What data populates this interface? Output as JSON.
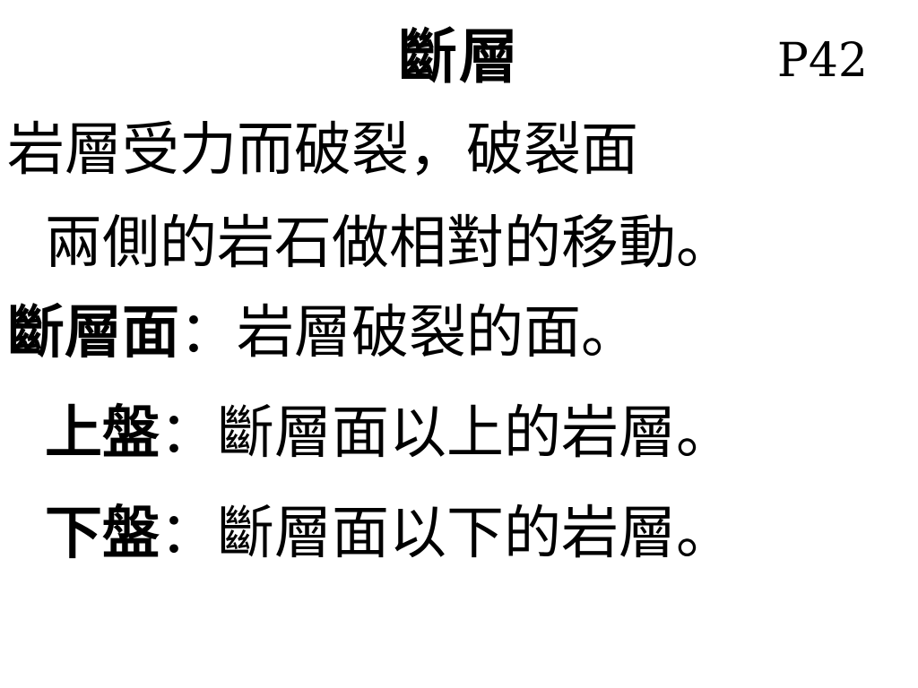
{
  "slide": {
    "title": "斷層",
    "page_ref": "P42",
    "definition": {
      "line1": "岩層受力而破裂，破裂面",
      "line2": "兩側的岩石做相對的移動。"
    },
    "fault_plane": {
      "term": "斷層面",
      "colon": "：",
      "text": "岩層破裂的面。"
    },
    "hanging_wall": {
      "term": "上盤",
      "colon": "：",
      "text": "斷層面以上的岩層。"
    },
    "footwall": {
      "term": "下盤",
      "colon": "：",
      "text": "斷層面以下的岩層。"
    }
  }
}
